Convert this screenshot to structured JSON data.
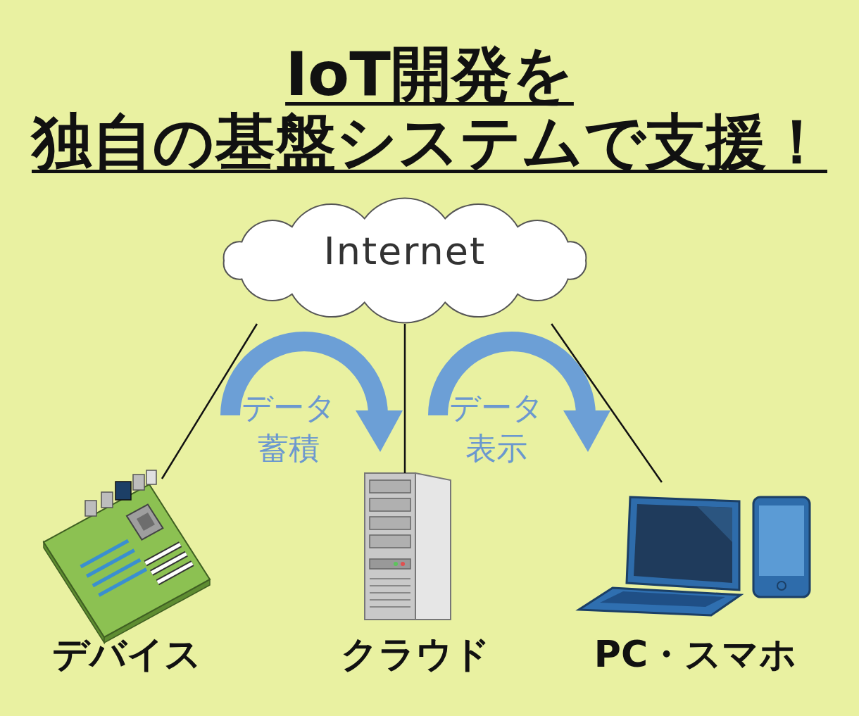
{
  "diagram": {
    "title": "IoT開発を 独自の基盤システムで支援！",
    "nodes": [
      {
        "text": [
          "Internet"
        ]
      },
      {
        "text": [
          "デバイス"
        ]
      },
      {
        "text": [
          "クラウド"
        ]
      },
      {
        "text": [
          "PC・スマホ"
        ]
      }
    ],
    "edges": [
      {
        "from": 0,
        "to": 1,
        "arrow": "none"
      },
      {
        "from": 0,
        "to": 2,
        "arrow": "none"
      },
      {
        "from": 0,
        "to": 3,
        "arrow": "none"
      }
    ],
    "labels": [
      "データ 蓄積",
      "データ 表示"
    ]
  }
}
